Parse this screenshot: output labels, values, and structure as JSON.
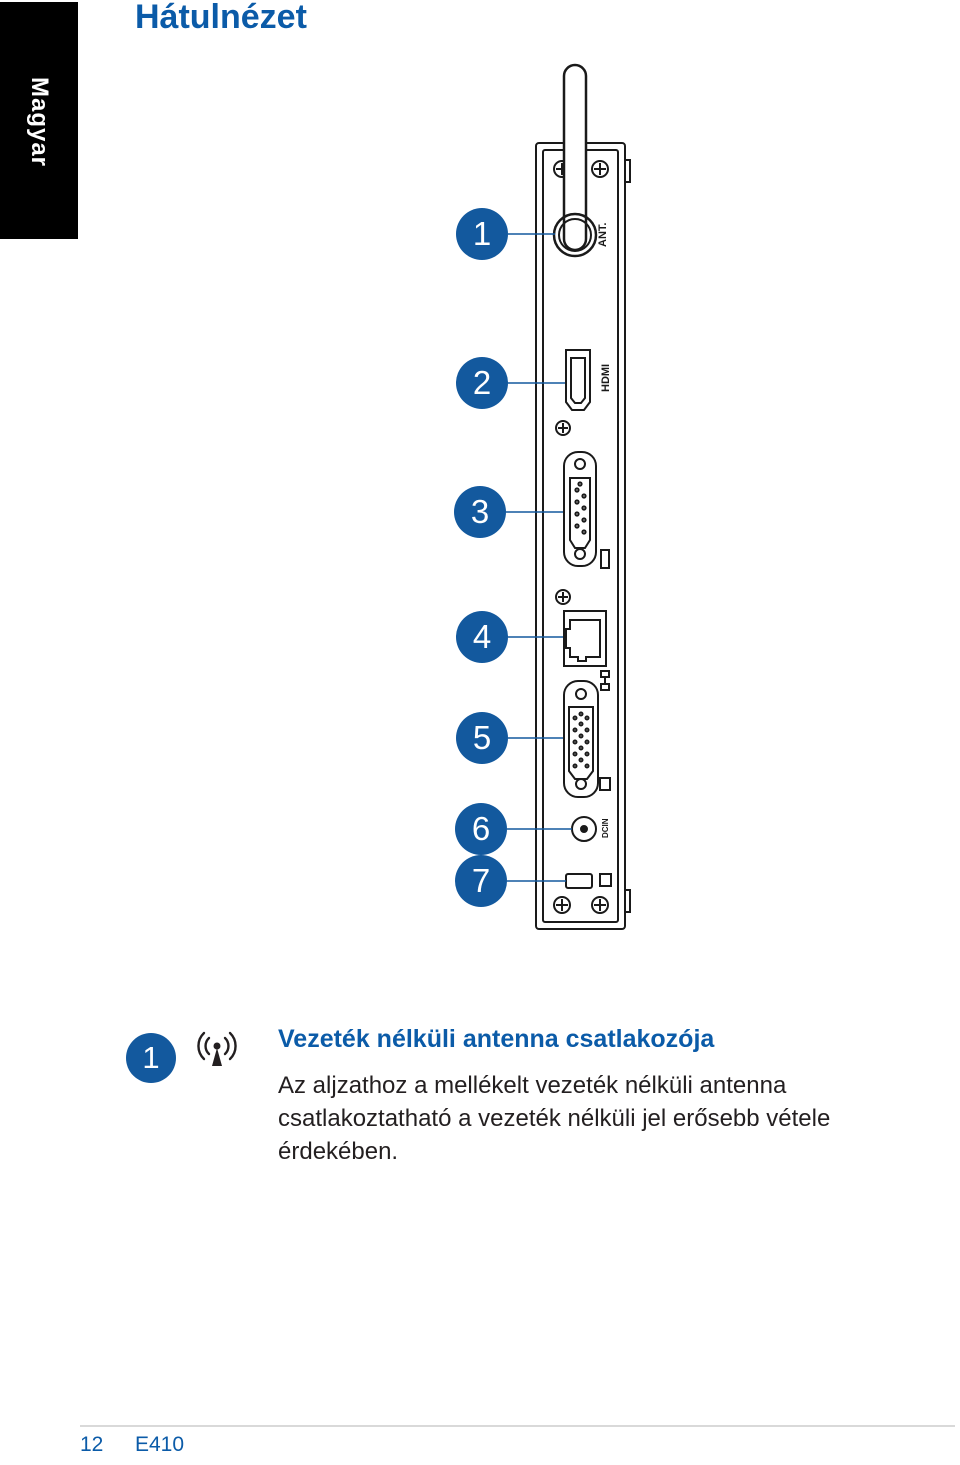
{
  "side_tab": {
    "label": "Magyar"
  },
  "page_title": "Hátulnézet",
  "callouts": [
    "1",
    "2",
    "3",
    "4",
    "5",
    "6",
    "7"
  ],
  "port_labels": {
    "antenna": "ANT.",
    "hdmi": "HDMI",
    "dc_in": "DCIN"
  },
  "description": {
    "number": "1",
    "icon": "wireless-antenna-icon",
    "title": "Vezeték nélküli antenna csatlakozója",
    "body": "Az aljzathoz a mellékelt vezeték nélküli antenna csatlakoztatható a vezeték nélküli jel erősebb vétele érdekében."
  },
  "footer": {
    "page_number": "12",
    "model": "E410"
  },
  "colors": {
    "accent": "#0b5ba8",
    "badge": "#13599e"
  }
}
